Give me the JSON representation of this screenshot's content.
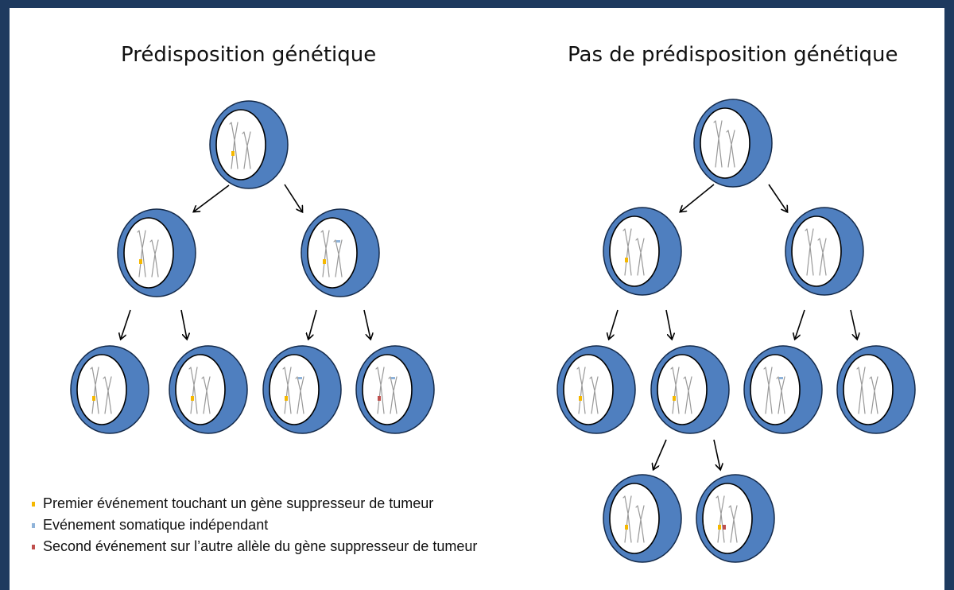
{
  "titles": {
    "left": "Prédisposition génétique",
    "right": "Pas de prédisposition génétique"
  },
  "legend": [
    {
      "color": "#f5b800",
      "label": "Premier événement touchant un gène suppresseur de tumeur"
    },
    {
      "color": "#8fb3d9",
      "label": "Evénement somatique indépendant"
    },
    {
      "color": "#c0504d",
      "label": "Second événement sur l’autre allèle du gène suppresseur de tumeur"
    }
  ],
  "colors": {
    "frame": "#1e3a5f",
    "cell": "#4f7fbf",
    "cell_border": "#142a4a",
    "nucleus": "#ffffff",
    "chromosome": "#999999",
    "first_event": "#f5b800",
    "somatic_event": "#8fb3d9",
    "second_event": "#c0504d"
  },
  "trees": [
    {
      "name": "predisposition",
      "cells": [
        {
          "id": "root",
          "marks": [
            "first"
          ]
        },
        {
          "id": "l",
          "marks": [
            "first"
          ]
        },
        {
          "id": "r",
          "marks": [
            "first",
            "somatic"
          ]
        },
        {
          "id": "ll",
          "marks": [
            "first"
          ]
        },
        {
          "id": "lr",
          "marks": [
            "first"
          ]
        },
        {
          "id": "rl",
          "marks": [
            "first",
            "somatic"
          ]
        },
        {
          "id": "rr",
          "marks": [
            "second",
            "somatic"
          ]
        }
      ]
    },
    {
      "name": "no-predisposition",
      "cells": [
        {
          "id": "root",
          "marks": []
        },
        {
          "id": "l",
          "marks": [
            "first"
          ]
        },
        {
          "id": "r",
          "marks": []
        },
        {
          "id": "ll",
          "marks": [
            "first"
          ]
        },
        {
          "id": "lr",
          "marks": [
            "first"
          ]
        },
        {
          "id": "rl",
          "marks": [
            "somatic"
          ]
        },
        {
          "id": "rr",
          "marks": []
        },
        {
          "id": "lrl",
          "marks": [
            "first"
          ]
        },
        {
          "id": "lrr",
          "marks": [
            "first",
            "second"
          ]
        }
      ]
    }
  ]
}
